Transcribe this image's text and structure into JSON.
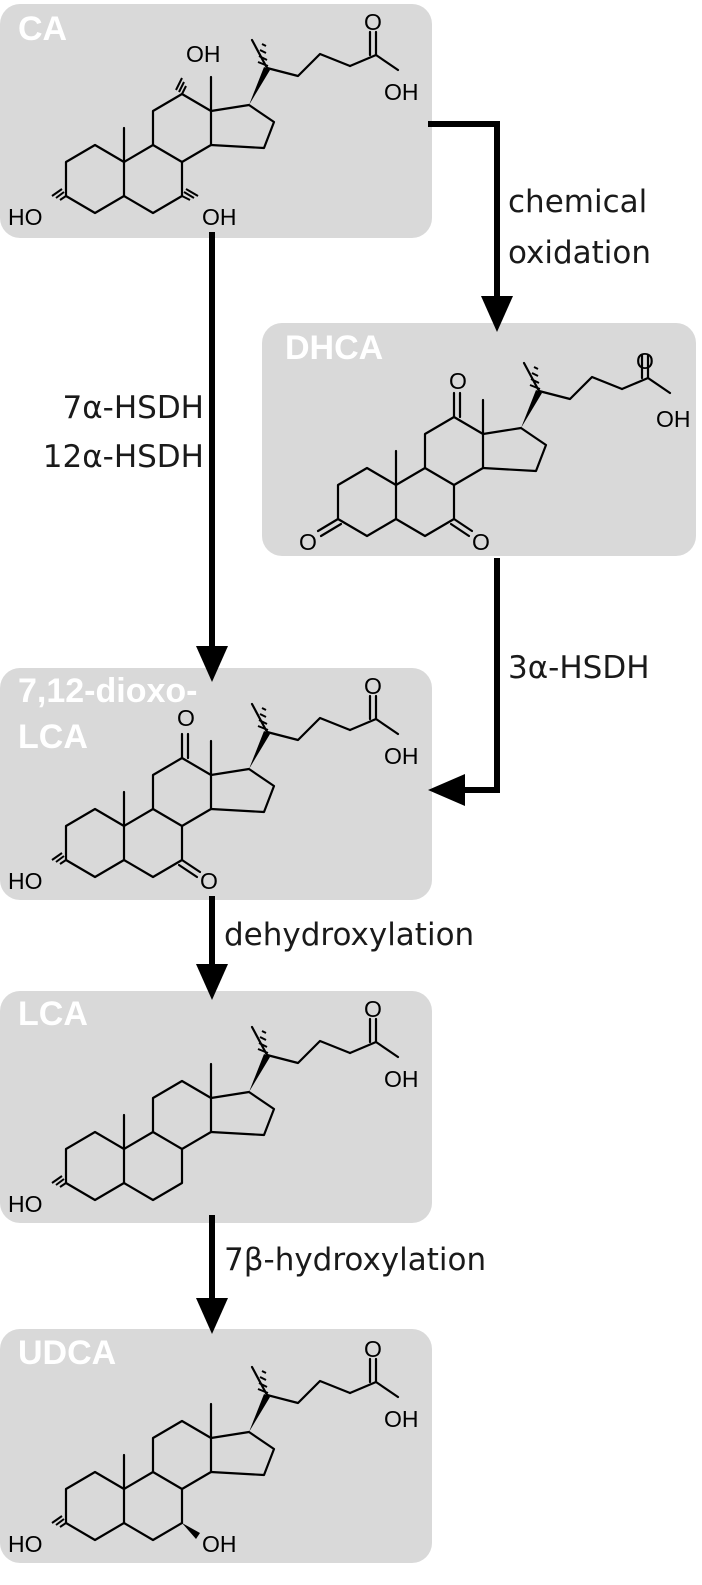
{
  "compounds": {
    "ca": {
      "name": "CA",
      "oh_3": "HO",
      "oh_7": "OH",
      "oh_12": "OH",
      "oh_acid": "OH",
      "o_acid": "O"
    },
    "dhca": {
      "name": "DHCA",
      "o_3": "O",
      "o_7": "O",
      "o_12": "O",
      "oh_acid": "OH",
      "o_acid": "O"
    },
    "dioxo": {
      "name_line1": "7,12-dioxo-",
      "name_line2": "LCA",
      "oh_3": "HO",
      "o_7": "O",
      "o_12": "O",
      "oh_acid": "OH",
      "o_acid": "O"
    },
    "lca": {
      "name": "LCA",
      "oh_3": "HO",
      "oh_acid": "OH",
      "o_acid": "O"
    },
    "udca": {
      "name": "UDCA",
      "oh_3": "HO",
      "oh_7": "OH",
      "oh_acid": "OH",
      "o_acid": "O"
    }
  },
  "steps": {
    "chemical_oxidation": {
      "line1": "chemical",
      "line2": "oxidation"
    },
    "hsdh_7_12": {
      "line1": "7α-HSDH",
      "line2": "12α-HSDH"
    },
    "hsdh_3": {
      "line1": "3α-HSDH"
    },
    "dehydroxylation": {
      "line1": "dehydroxylation"
    },
    "hydroxylation_7b": {
      "line1": "7β-hydroxylation"
    }
  }
}
